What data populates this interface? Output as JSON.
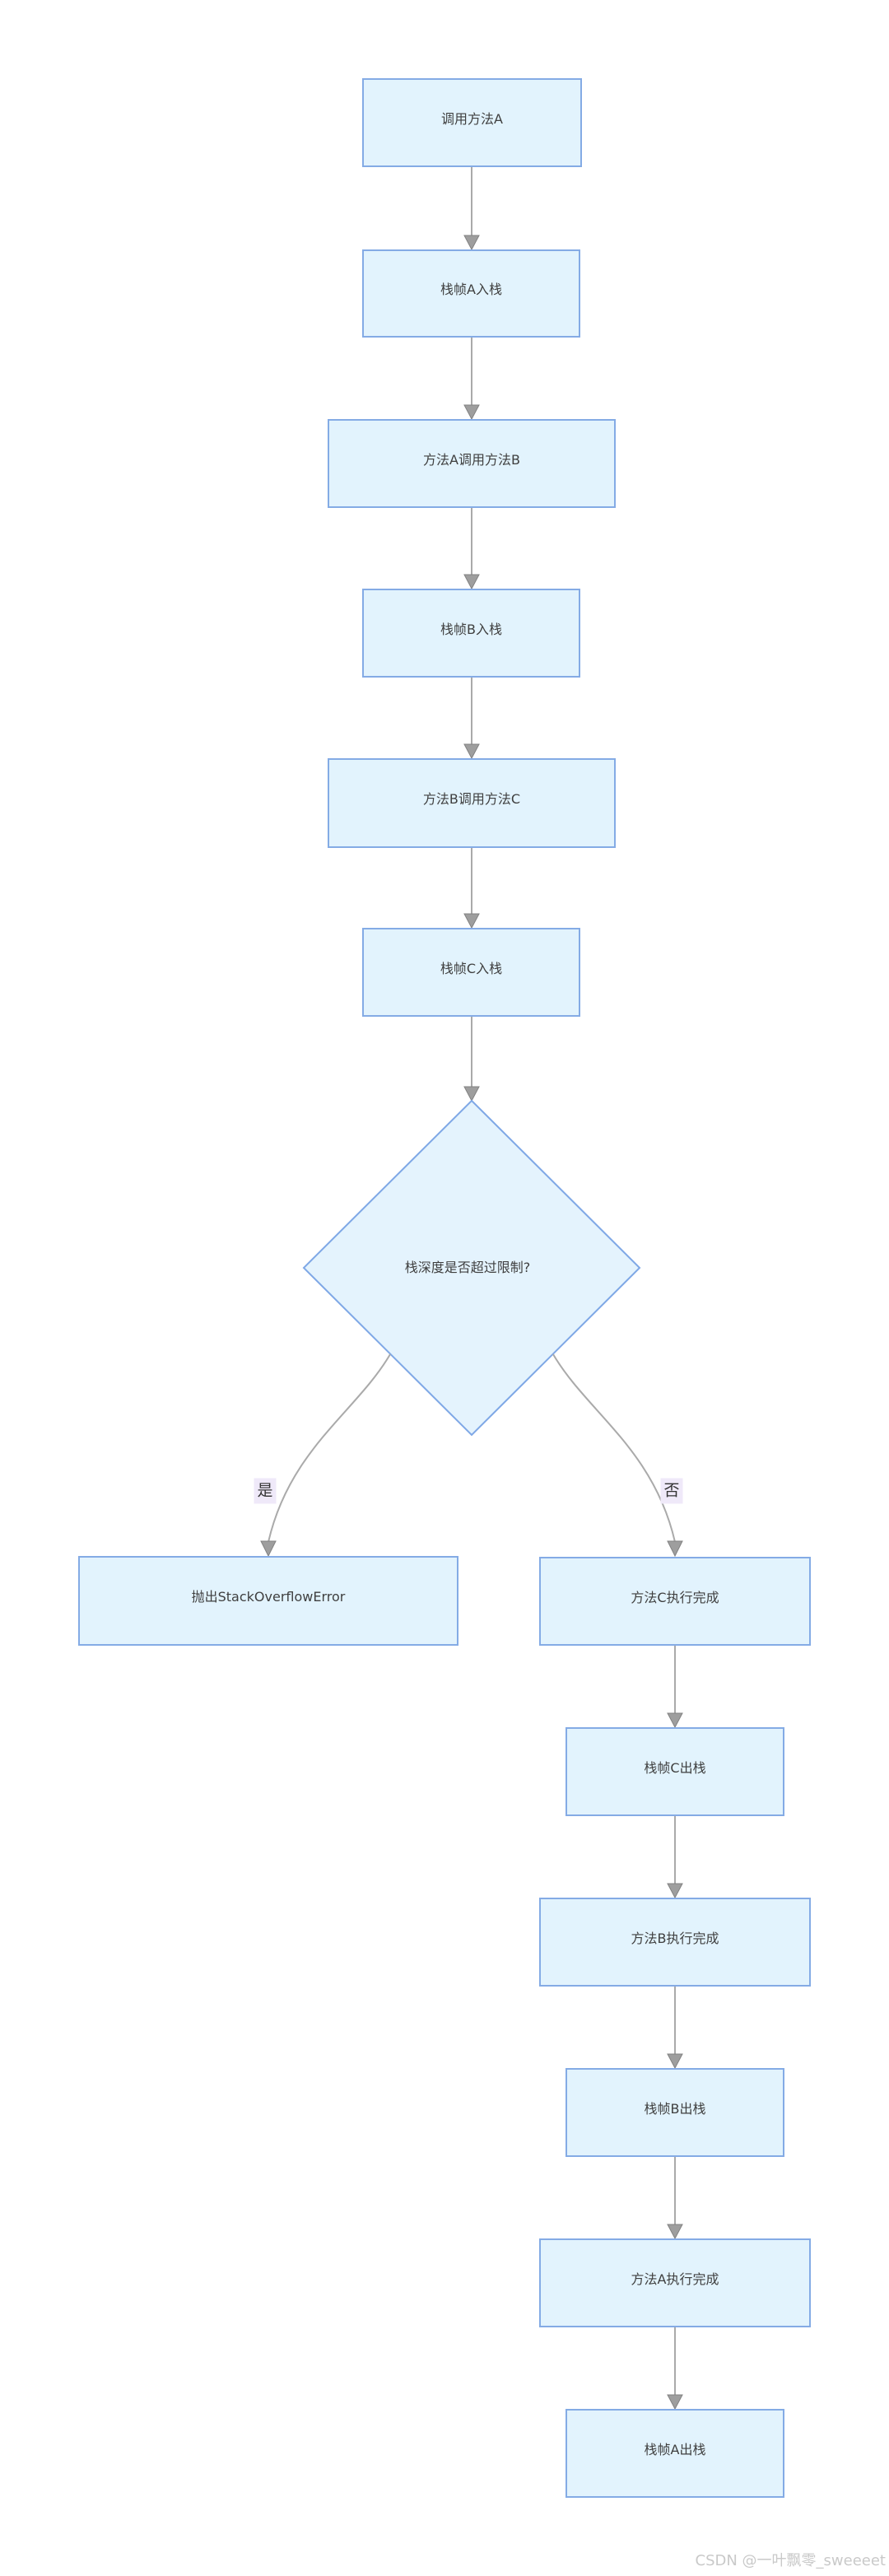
{
  "flowchart": {
    "nodes": {
      "call_a": {
        "label": "调用方法A"
      },
      "push_a": {
        "label": "栈帧A入栈"
      },
      "a_calls_b": {
        "label": "方法A调用方法B"
      },
      "push_b": {
        "label": "栈帧B入栈"
      },
      "b_calls_c": {
        "label": "方法B调用方法C"
      },
      "push_c": {
        "label": "栈帧C入栈"
      },
      "decision": {
        "label": "栈深度是否超过限制?"
      },
      "throw_error": {
        "label": "抛出StackOverflowError"
      },
      "c_done": {
        "label": "方法C执行完成"
      },
      "pop_c": {
        "label": "栈帧C出栈"
      },
      "b_done": {
        "label": "方法B执行完成"
      },
      "pop_b": {
        "label": "栈帧B出栈"
      },
      "a_done": {
        "label": "方法A执行完成"
      },
      "pop_a": {
        "label": "栈帧A出栈"
      }
    },
    "edge_labels": {
      "yes": "是",
      "no": "否"
    },
    "colors": {
      "node_fill": "#e2f3fd",
      "node_border": "#84abe5",
      "connector": "#aaaaaa",
      "arrowhead": "#9e9e9e",
      "edge_label_bg": "#efe9f9",
      "text": "#3f3f3f",
      "watermark": "#c9c9c9"
    },
    "watermark": "CSDN @一叶飘零_sweeeet"
  }
}
